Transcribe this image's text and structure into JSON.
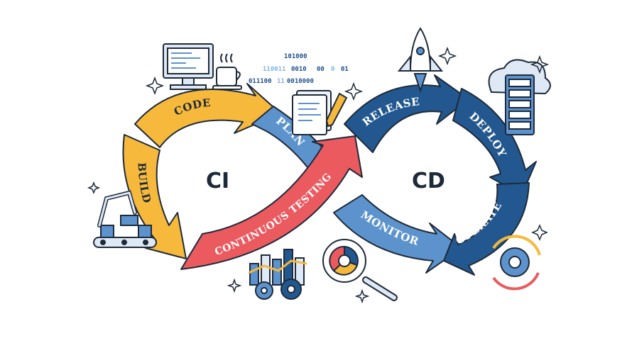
{
  "ci": {
    "title": "CI"
  },
  "cd": {
    "title": "CD"
  },
  "stages": {
    "code": "CODE",
    "build": "BUILD",
    "plan": "PLAN",
    "continuous_testing": "CONTINUOUS TESTING",
    "release": "RELEASE",
    "deploy": "DEPLOY",
    "operate": "OPERATE",
    "monitor": "MONITOR"
  },
  "binary": {
    "line1": "101000",
    "line2a": "110011",
    "line2b": "0010",
    "line2c": "00",
    "line2d": "0",
    "line2e": "01",
    "line3a": "011100",
    "line3b": "11",
    "line3c": "0010000"
  },
  "colors": {
    "yellow": "#f6b93b",
    "light_blue": "#5d93cc",
    "dark_blue": "#22588f",
    "red": "#ea5a5f",
    "outline": "#1e2a3a"
  }
}
